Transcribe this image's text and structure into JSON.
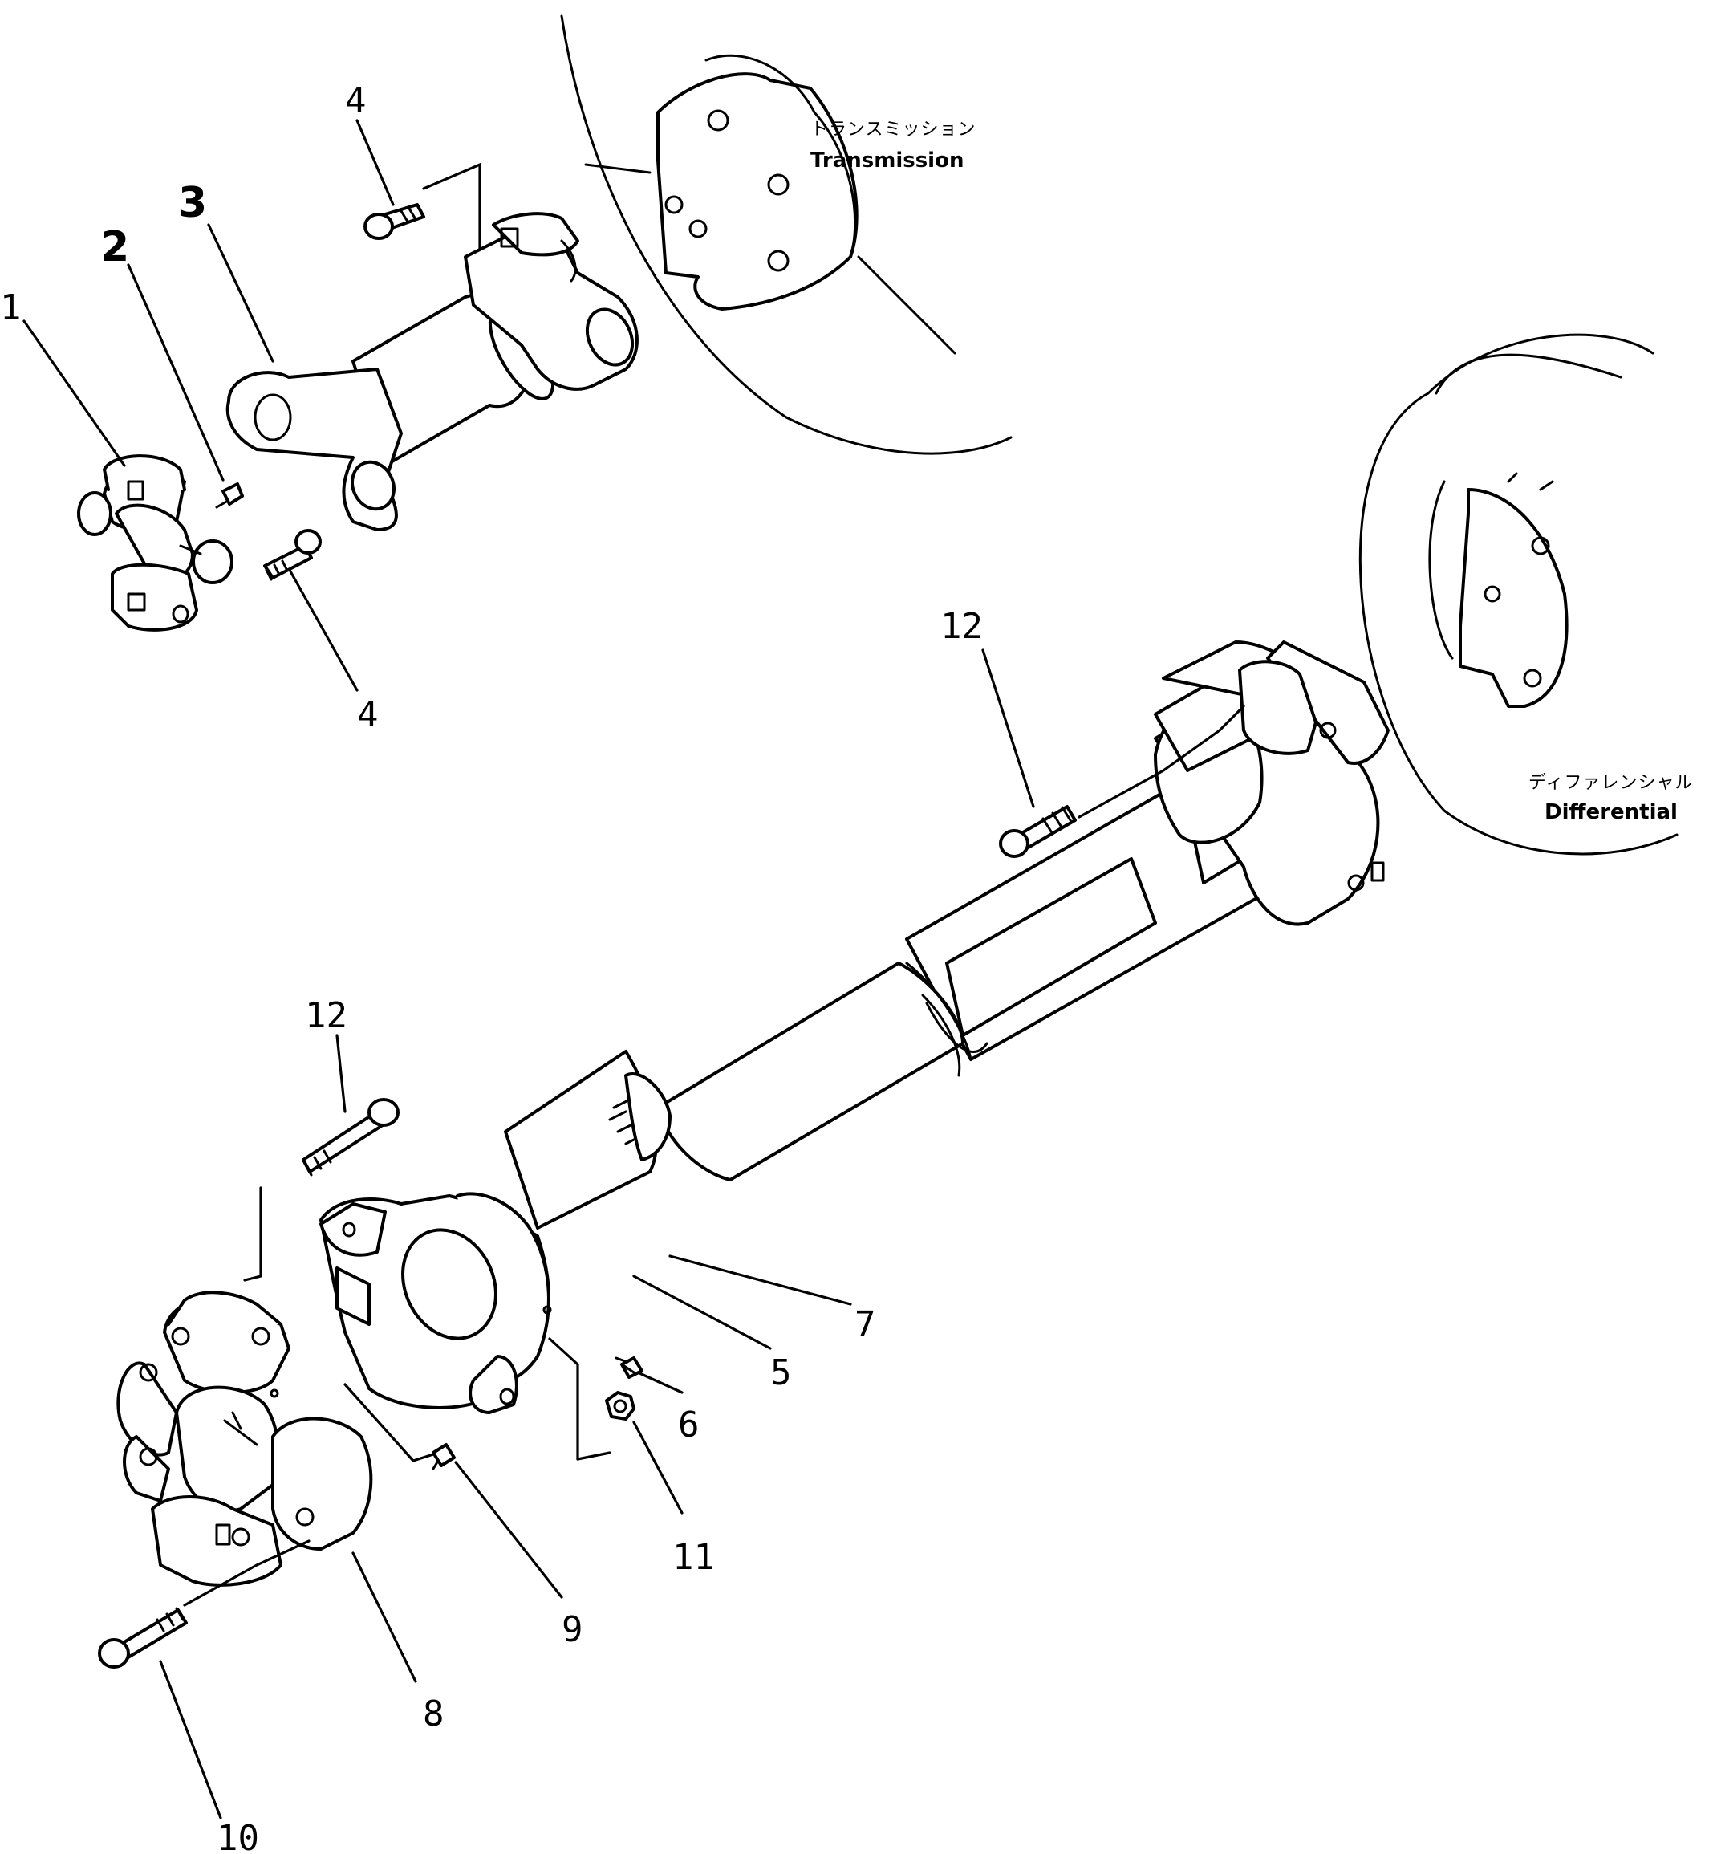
{
  "components": {
    "transmission": {
      "label_jp": "トランスミッション",
      "label_en": "Transmission"
    },
    "differential": {
      "label_jp": "ディファレンシャル",
      "label_en": "Differential"
    }
  },
  "callouts": [
    {
      "id": "c1",
      "text": "1"
    },
    {
      "id": "c2",
      "text": "2"
    },
    {
      "id": "c3",
      "text": "3"
    },
    {
      "id": "c4a",
      "text": "4"
    },
    {
      "id": "c4b",
      "text": "4"
    },
    {
      "id": "c5",
      "text": "5"
    },
    {
      "id": "c6",
      "text": "6"
    },
    {
      "id": "c7",
      "text": "7"
    },
    {
      "id": "c8",
      "text": "8"
    },
    {
      "id": "c9",
      "text": "9"
    },
    {
      "id": "c10",
      "text": "10"
    },
    {
      "id": "c11",
      "text": "11"
    },
    {
      "id": "c12a",
      "text": "12"
    },
    {
      "id": "c12b",
      "text": "12"
    }
  ]
}
